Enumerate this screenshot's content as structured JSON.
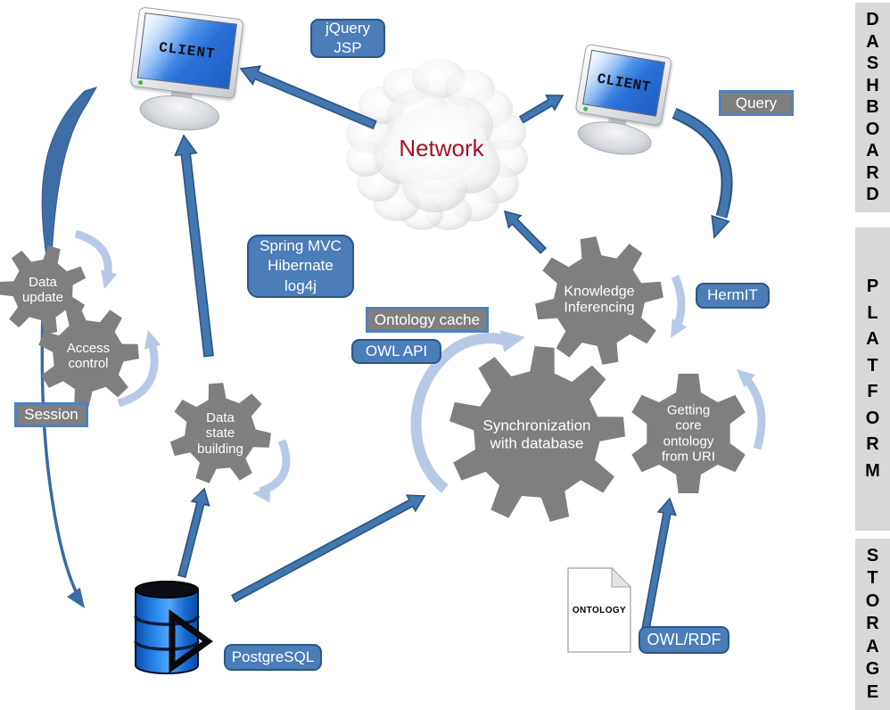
{
  "colors": {
    "arrow_fill": "#4377b0",
    "arrow_stroke": "#2a5483",
    "light_arc": "#b7c9e6",
    "gear": "#7f7f7f",
    "label_blue_fill": "#4b7db8",
    "label_blue_border": "#2b5786",
    "label_gray_fill": "#7f7f7f",
    "label_gray_border": "#4f81bd",
    "network_text": "#a51228",
    "sidebar_bg": "#d8d8d8",
    "database_blue": "#2e8df1"
  },
  "sidebar": {
    "sections": [
      {
        "label": "DASHBOARD"
      },
      {
        "label": "PLATFORM"
      },
      {
        "label": "STORAGE"
      }
    ]
  },
  "monitors": [
    {
      "label": "CLIENT"
    },
    {
      "label": "CLIENT"
    }
  ],
  "cloud": {
    "label": "Network"
  },
  "gears": {
    "data_update": {
      "label": [
        "Data",
        "update"
      ]
    },
    "access_control": {
      "label": [
        "Access",
        "control"
      ]
    },
    "data_state_building": {
      "label": [
        "Data",
        "state",
        "building"
      ]
    },
    "knowledge_inferencing": {
      "label": [
        "Knowledge",
        "Inferencing"
      ]
    },
    "synchronization": {
      "label": [
        "Synchronization",
        "with database"
      ]
    },
    "getting_core": {
      "label": [
        "Getting",
        "core",
        "ontology",
        "from URI"
      ]
    }
  },
  "labels": {
    "jquery_jsp": {
      "lines": [
        "jQuery",
        "JSP"
      ]
    },
    "spring": {
      "lines": [
        "Spring MVC",
        "Hibernate",
        "log4j"
      ]
    },
    "owl_api": {
      "text": "OWL API"
    },
    "hermit": {
      "text": "HermIT"
    },
    "postgresql": {
      "text": "PostgreSQL"
    },
    "owl_rdf": {
      "text": "OWL/RDF"
    },
    "query": {
      "text": "Query"
    },
    "ontology_cache": {
      "text": "Ontology cache"
    },
    "session": {
      "text": "Session"
    }
  },
  "document": {
    "label": "ONTOLOGY"
  }
}
